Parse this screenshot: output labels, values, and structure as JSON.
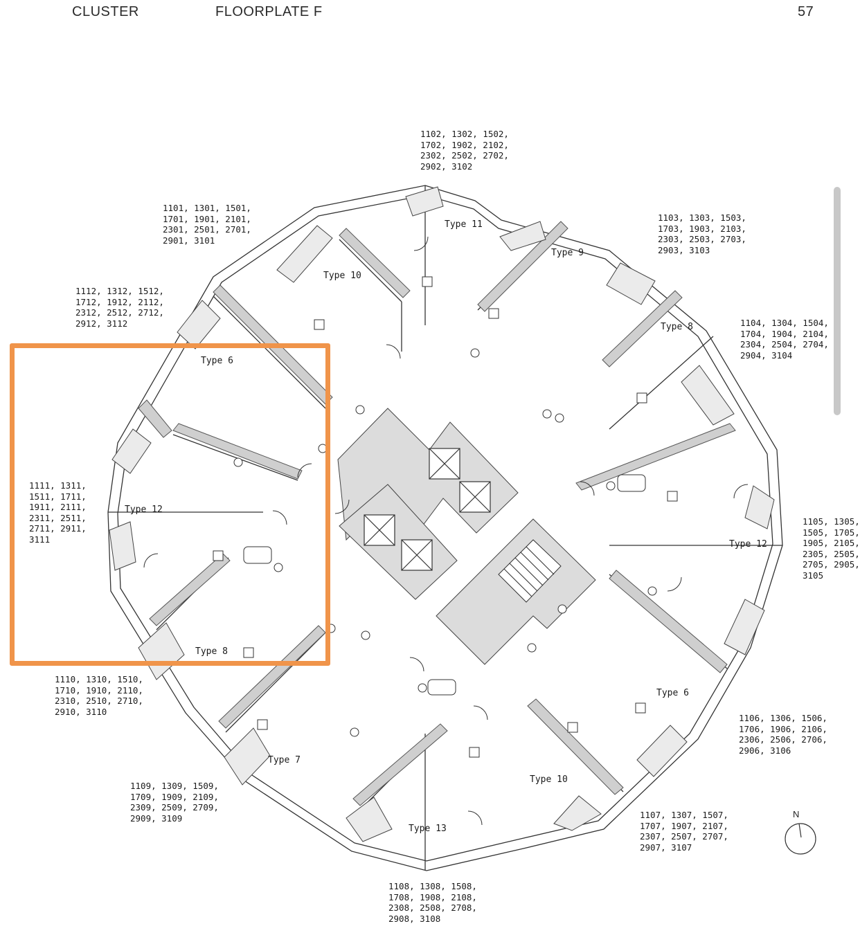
{
  "header": {
    "left": "CLUSTER",
    "center": "FLOORPLATE F",
    "page_number": "57"
  },
  "unit_labels": [
    {
      "id": "n",
      "text": "1102, 1302, 1502,\n1702, 1902, 2102,\n2302, 2502, 2702,\n2902, 3102"
    },
    {
      "id": "nw",
      "text": "1101, 1301, 1501,\n1701, 1901, 2101,\n2301, 2501, 2701,\n2901, 3101"
    },
    {
      "id": "ne",
      "text": "1103, 1303, 1503,\n1703, 1903, 2103,\n2303, 2503, 2703,\n2903, 3103"
    },
    {
      "id": "wnw",
      "text": "1112, 1312, 1512,\n1712, 1912, 2112,\n2312, 2512, 2712,\n2912, 3112"
    },
    {
      "id": "ene",
      "text": "1104, 1304, 1504,\n1704, 1904, 2104,\n2304, 2504, 2704,\n2904, 3104"
    },
    {
      "id": "w",
      "text": "1111, 1311,\n1511, 1711,\n1911, 2111,\n2311, 2511,\n2711, 2911,\n3111"
    },
    {
      "id": "e",
      "text": "1105, 1305,\n1505, 1705,\n1905, 2105,\n2305, 2505,\n2705, 2905,\n3105"
    },
    {
      "id": "wsw",
      "text": "1110, 1310, 1510,\n1710, 1910, 2110,\n2310, 2510, 2710,\n2910, 3110"
    },
    {
      "id": "ese",
      "text": "1106, 1306, 1506,\n1706, 1906, 2106,\n2306, 2506, 2706,\n2906, 3106"
    },
    {
      "id": "sw",
      "text": "1109, 1309, 1509,\n1709, 1909, 2109,\n2309, 2509, 2709,\n2909, 3109"
    },
    {
      "id": "se",
      "text": "1107, 1307, 1507,\n1707, 1907, 2107,\n2307, 2507, 2707,\n2907, 3107"
    },
    {
      "id": "s",
      "text": "1108, 1308, 1508,\n1708, 1908, 2108,\n2308, 2508, 2708,\n2908, 3108"
    }
  ],
  "unit_types": [
    {
      "id": "t11",
      "text": "Type 11"
    },
    {
      "id": "t9",
      "text": "Type 9"
    },
    {
      "id": "t10a",
      "text": "Type 10"
    },
    {
      "id": "t8a",
      "text": "Type 8"
    },
    {
      "id": "t6a",
      "text": "Type 6"
    },
    {
      "id": "t12a",
      "text": "Type 12"
    },
    {
      "id": "t12b",
      "text": "Type 12"
    },
    {
      "id": "t8b",
      "text": "Type 8"
    },
    {
      "id": "t6b",
      "text": "Type 6"
    },
    {
      "id": "t7",
      "text": "Type 7"
    },
    {
      "id": "t10b",
      "text": "Type 10"
    },
    {
      "id": "t13",
      "text": "Type 13"
    }
  ],
  "compass": {
    "label": "N"
  },
  "colors": {
    "wall": "#cfcfcf",
    "core": "#dcdcdc",
    "line": "#333333",
    "highlight": "#f0944a"
  }
}
